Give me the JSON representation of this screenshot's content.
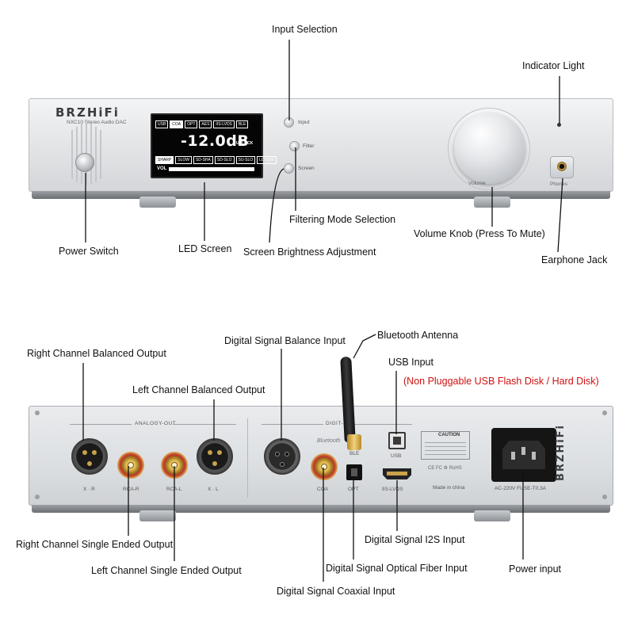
{
  "front_labels": {
    "input_selection": "Input Selection",
    "indicator_light": "Indicator Light",
    "filtering_mode": "Filtering Mode Selection",
    "volume_knob": "Volume Knob (Press To Mute)",
    "power_switch": "Power Switch",
    "led_screen": "LED Screen",
    "screen_brightness": "Screen Brightness Adjustment",
    "earphone_jack": "Earphone Jack"
  },
  "front_panel": {
    "brand": "BRZHiFi",
    "model": "NXC10 Stereo Audio DAC",
    "input_btn": "Input",
    "filter_btn": "Filter",
    "screen_btn": "Screen",
    "volume_lbl": "Volume",
    "phones_lbl": "Phones",
    "display": {
      "inputs": [
        "USB",
        "COA",
        "OPT",
        "AES",
        "IIS-LVDS",
        "BLE"
      ],
      "active_input": "COA",
      "level": "-12.0dB",
      "status": "UNLOCK",
      "filters": [
        "SHARP",
        "SLOW",
        "SD-SHA",
        "SD-SLO",
        "SU-SLO",
        "LO-SDE"
      ],
      "vol_label": "VOL",
      "volume_fraction": 1.0
    }
  },
  "rear_labels": {
    "right_balanced": "Right Channel Balanced Output",
    "left_balanced": "Left Channel Balanced Output",
    "digital_balance": "Digital Signal Balance Input",
    "bluetooth_antenna": "Bluetooth Antenna",
    "usb_input": "USB Input",
    "usb_note": "(Non Pluggable USB Flash Disk / Hard Disk)",
    "right_single": "Right Channel Single Ended Output",
    "left_single": "Left Channel Single Ended Output",
    "coaxial": "Digital Signal Coaxial Input",
    "optical": "Digital Signal Optical Fiber Input",
    "i2s": "Digital Signal I2S Input",
    "power_input": "Power input"
  },
  "rear_panel": {
    "analog_out": "ANALOGY-OUT",
    "digit_in": "DIGIT-IN",
    "xr": "X · R",
    "rca_r": "RCA-R",
    "rca_l": "RCA-L",
    "xl": "X · L",
    "bluetooth": "Bluetooth",
    "ble": "BLE",
    "coa": "COA",
    "opt": "OPT",
    "usb": "USB",
    "iis": "IIS-LVDS",
    "caution": "CAUTION",
    "made_in": "Made in china",
    "ac": "AC-220V  FUSE-T0.3A",
    "cert": "CE  FC  ♻ RoHS",
    "brand": "BRZHiFi"
  },
  "colors": {
    "note_red": "#d01010",
    "panel_silver": "#e0e2e4"
  }
}
